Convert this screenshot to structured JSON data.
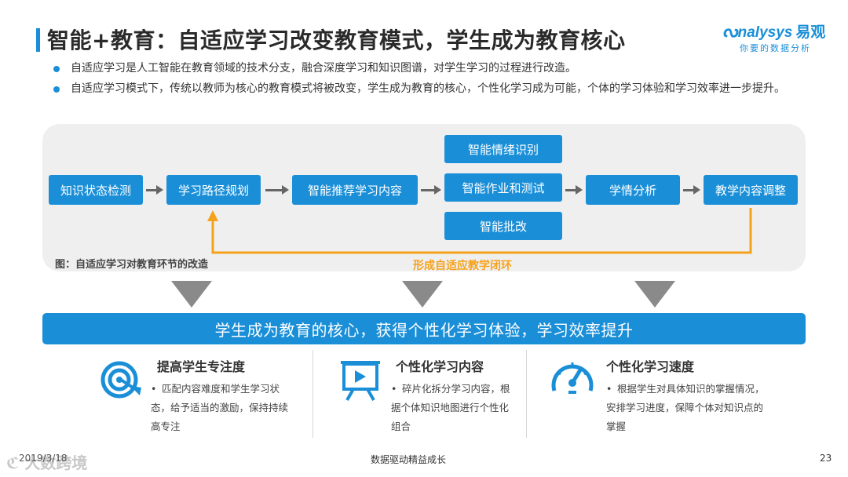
{
  "header": {
    "title": "智能+教育：自适应学习改变教育模式，学生成为教育核心",
    "logo_text": "nalysys",
    "logo_cn": "易观",
    "logo_slogan": "你要的数据分析"
  },
  "bullets": [
    "自适应学习是人工智能在教育领域的技术分支，融合深度学习和知识图谱，对学生学习的过程进行改造。",
    "自适应学习模式下，传统以教师为核心的教育模式将被改变，学生成为教育的核心，个性化学习成为可能，个体的学习体验和学习效率进一步提升。"
  ],
  "flow": {
    "steps": [
      "知识状态检测",
      "学习路径规划",
      "智能推荐学习内容",
      "智能作业和测试",
      "学情分析",
      "教学内容调整"
    ],
    "stack_top": "智能情绪识别",
    "stack_bottom": "智能批改",
    "loop_label": "形成自适应教学闭环",
    "caption": "图：自适应学习对教育环节的改造"
  },
  "banner": "学生成为教育的核心，获得个性化学习体验，学习效率提升",
  "features": [
    {
      "title": "提高学生专注度",
      "text": "匹配内容难度和学生学习状态，给予适当的激励，保持持续高专注",
      "icon": "target-icon"
    },
    {
      "title": "个性化学习内容",
      "text": "碎片化拆分学习内容，根据个体知识地图进行个性化组合",
      "icon": "presentation-board-icon"
    },
    {
      "title": "个性化学习速度",
      "text": "根据学生对具体知识的掌握情况，安排学习进度，保障个体对知识点的掌握",
      "icon": "speedometer-icon"
    }
  ],
  "footer": {
    "date": "2019/3/18",
    "center": "数据驱动精益成长",
    "page": "23",
    "watermark": "大数跨境"
  },
  "colors": {
    "accent": "#1a8fd8",
    "loop": "#f5a21b",
    "arrow": "#666666",
    "panel": "#efefef"
  }
}
